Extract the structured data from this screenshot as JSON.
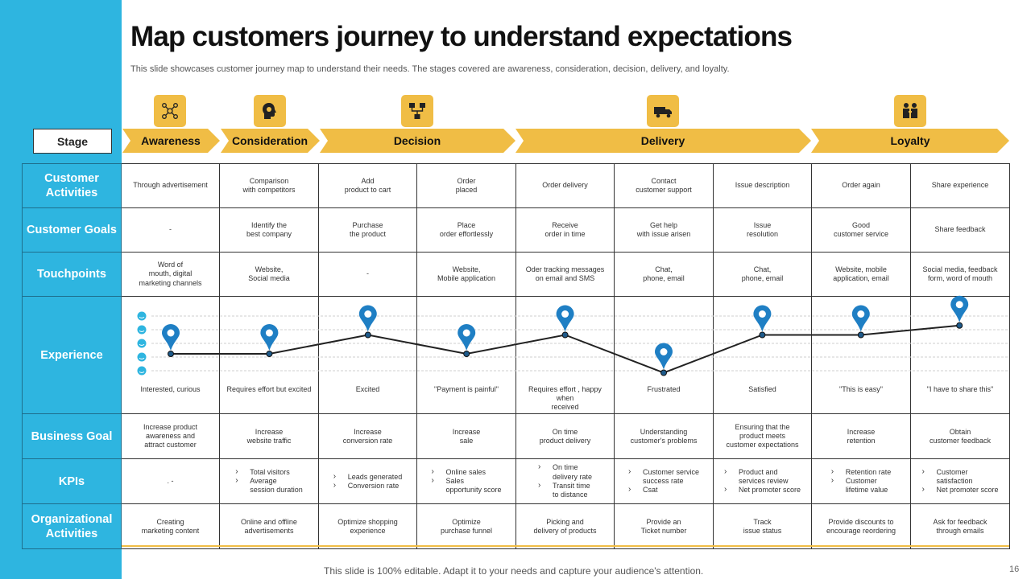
{
  "title": "Map customers journey to understand expectations",
  "subtitle": "This slide showcases customer journey map to understand their needs. The stages covered are awareness, consideration, decision, delivery, and loyalty.",
  "stage_label": "Stage",
  "stages": [
    {
      "label": "Awareness",
      "icon": "people-network-icon"
    },
    {
      "label": "Consideration",
      "icon": "head-gear-icon"
    },
    {
      "label": "Decision",
      "icon": "decision-flow-icon"
    },
    {
      "label": "Delivery",
      "icon": "delivery-truck-icon"
    },
    {
      "label": "Loyalty",
      "icon": "loyalty-people-icon"
    }
  ],
  "rows": {
    "customer_activities": {
      "label": "Customer Activities",
      "cells": [
        "Through advertisement",
        "Comparison\nwith competitors",
        "Add\nproduct to cart",
        "Order\nplaced",
        "Order delivery",
        "Contact\ncustomer support",
        "Issue description",
        "Order again",
        "Share experience"
      ]
    },
    "customer_goals": {
      "label": "Customer Goals",
      "cells": [
        "-",
        "Identify the\nbest company",
        "Purchase\nthe product",
        "Place\norder effortlessly",
        "Receive\norder in time",
        "Get help\nwith issue arisen",
        "Issue\nresolution",
        "Good\ncustomer service",
        "Share feedback"
      ]
    },
    "touchpoints": {
      "label": "Touchpoints",
      "cells": [
        "Word of\nmouth, digital\nmarketing channels",
        "Website,\nSocial media",
        "-",
        "Website,\nMobile application",
        "Oder tracking messages\non email and SMS",
        "Chat,\nphone, email",
        "Chat,\nphone, email",
        "Website, mobile\napplication, email",
        "Social media, feedback\nform, word of mouth"
      ]
    },
    "experience": {
      "label": "Experience",
      "levels": [
        3,
        3,
        4,
        3,
        4,
        2,
        4,
        4,
        4.5
      ],
      "labels": [
        "Interested, curious",
        "Requires effort but excited",
        "Excited",
        "\"Payment is painful\"",
        "Requires effort , happy when\nreceived",
        "Frustrated",
        "Satisfied",
        "\"This is easy\"",
        "\"I have to share this\""
      ]
    },
    "business_goal": {
      "label": "Business Goal",
      "cells": [
        "Increase product\nawareness and\nattract customer",
        "Increase\nwebsite traffic",
        "Increase\nconversion rate",
        "Increase\nsale",
        "On time\nproduct delivery",
        "Understanding\ncustomer's problems",
        "Ensuring that the\nproduct meets\ncustomer expectations",
        "Increase\nretention",
        "Obtain\ncustomer feedback"
      ]
    },
    "kpis": {
      "label": "KPIs",
      "first": ". -",
      "cells": [
        [
          "Total visitors",
          "Average\nsession duration"
        ],
        [
          "Leads generated",
          "Conversion rate"
        ],
        [
          "Online sales",
          "Sales\nopportunity score"
        ],
        [
          "On time\ndelivery rate",
          "Transit time\nto distance"
        ],
        [
          "Customer service\nsuccess rate",
          "Csat"
        ],
        [
          "Product and\nservices review",
          "Net promoter score"
        ],
        [
          "Retention rate",
          "Customer\nlifetime value"
        ],
        [
          "Customer\nsatisfaction",
          "Net promoter score"
        ]
      ]
    },
    "organizational_activities": {
      "label": "Organizational Activities",
      "cells": [
        "Creating\nmarketing content",
        "Online and offline\nadvertisements",
        "Optimize shopping\nexperience",
        "Optimize\npurchase funnel",
        "Picking and\ndelivery of products",
        "Provide an\nTicket number",
        "Track\nissue status",
        "Provide discounts to\nencourage reordering",
        "Ask for feedback\nthrough emails"
      ]
    }
  },
  "footer": "This slide is 100% editable. Adapt it to your needs and capture your audience's attention.",
  "page_number": "16",
  "colors": {
    "sidebar": "#2eb5e0",
    "accent": "#f0bd45",
    "pin": "#1f7fc4",
    "line": "#222222"
  }
}
